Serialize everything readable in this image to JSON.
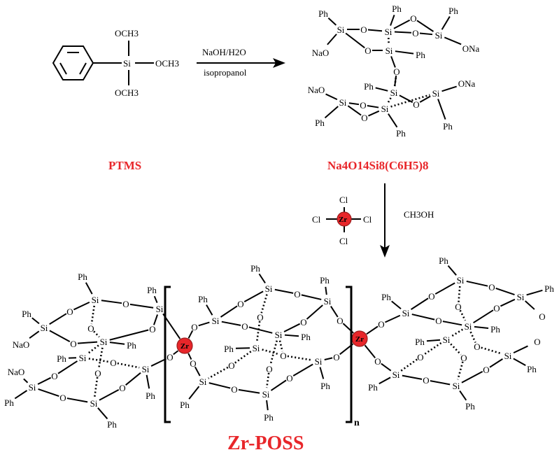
{
  "reagents": {
    "ptms_substituents": [
      "OCH3",
      "OCH3",
      "OCH3"
    ],
    "reaction_conditions": [
      "NaOH/H2O",
      "isopropanol"
    ],
    "zrcl4_label": "Zr",
    "chlorides": [
      "Cl",
      "Cl",
      "Cl",
      "Cl"
    ],
    "solvent": "CH3OH"
  },
  "labels": {
    "ptms": "PTMS",
    "sodium_salt_formula": "Na4O14Si8(C6H5)8",
    "product": "Zr-POSS",
    "repeat_n": "n"
  },
  "atoms": {
    "si": "Si",
    "o": "O",
    "ph": "Ph",
    "ona": "ONa",
    "nao": "NaO",
    "zr": "Zr"
  },
  "colors": {
    "accent_red": "#e8262a",
    "bond": "#000000"
  }
}
